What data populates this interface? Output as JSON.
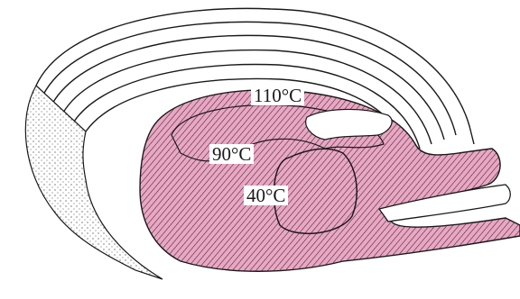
{
  "labels": {
    "t110": "110°C",
    "t90": "90°C",
    "t40": "40°C"
  },
  "colors": {
    "outline": "#1a1a1a",
    "hatch": "#2a1a24",
    "tissue_pink": "#e9a7c3",
    "background": "#ffffff"
  }
}
